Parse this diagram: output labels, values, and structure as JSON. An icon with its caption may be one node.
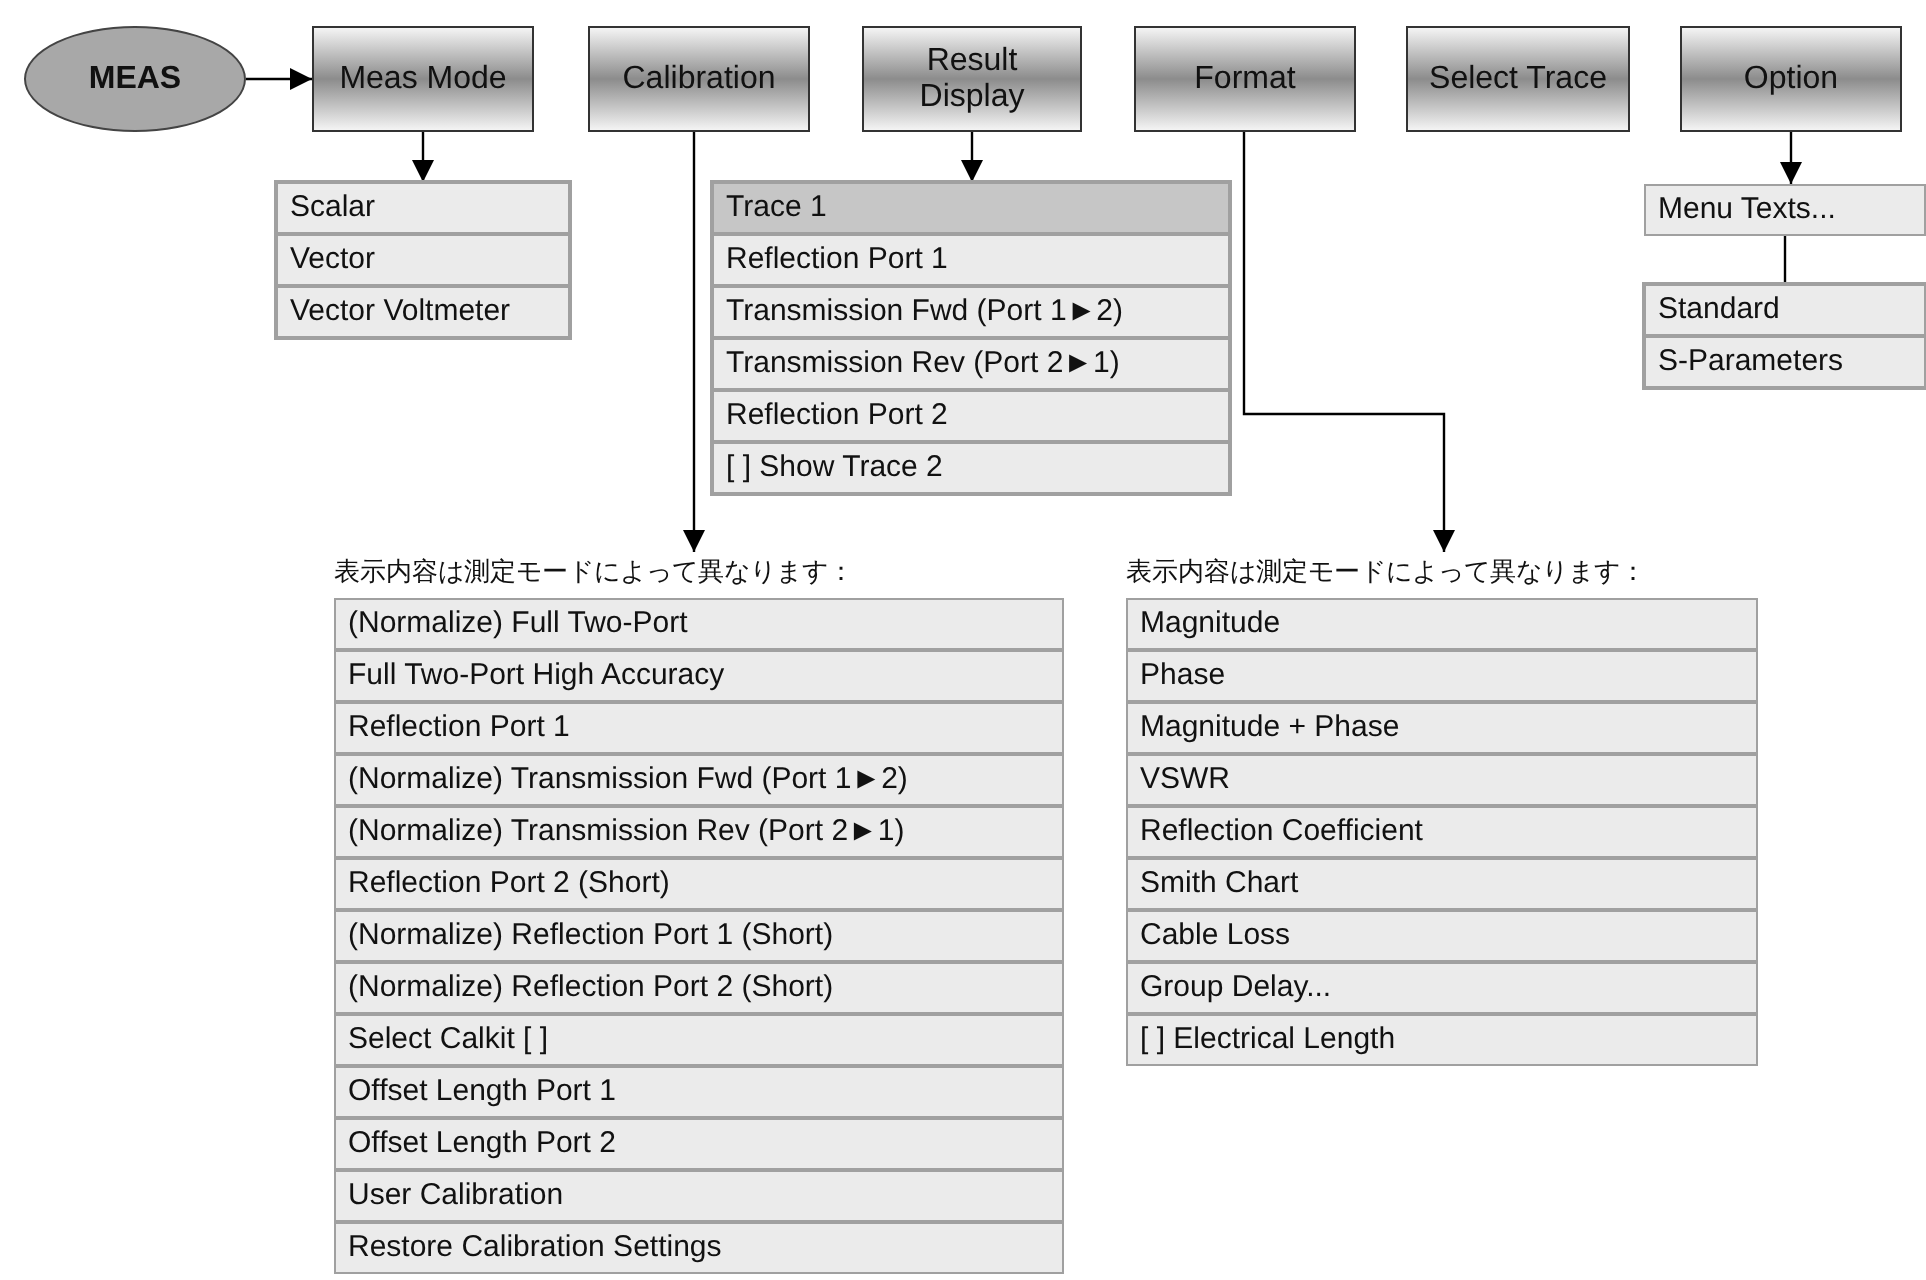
{
  "diagram": {
    "nodes": [
      {
        "text": [
          "MEAS"
        ]
      },
      {
        "text": [
          "Meas Mode"
        ]
      },
      {
        "text": [
          "Calibration"
        ]
      },
      {
        "text": [
          "Result Display"
        ]
      },
      {
        "text": [
          "Format"
        ]
      },
      {
        "text": [
          "Select Trace"
        ]
      },
      {
        "text": [
          "Option"
        ]
      },
      {
        "text": [],
        "shape": "box"
      },
      {
        "text": [
          "Scalar"
        ],
        "in": 7
      },
      {
        "text": [
          "Vector"
        ],
        "in": 7
      },
      {
        "text": [
          "Vector Voltmeter"
        ],
        "in": 7
      },
      {
        "text": [],
        "shape": "box"
      },
      {
        "text": [
          "Trace 1"
        ],
        "in": 11
      },
      {
        "text": [
          "Reflection Port 1"
        ],
        "in": 11
      },
      {
        "text": [
          "Transmission Fwd (Port 1►2)"
        ],
        "in": 11
      },
      {
        "text": [
          "Transmission Rev (Port 2►1)"
        ],
        "in": 11
      },
      {
        "text": [
          "Reflection Port 2"
        ],
        "in": 11
      },
      {
        "text": [
          "[ ] Show Trace 2"
        ],
        "in": 11
      },
      {
        "text": [
          "Menu Texts..."
        ]
      },
      {
        "text": [],
        "shape": "box"
      },
      {
        "text": [
          "Standard"
        ],
        "in": 19
      },
      {
        "text": [
          "S-Parameters"
        ],
        "in": 19
      },
      {
        "text": [
          "表示内容は測定モードによって異なります："
        ]
      },
      {
        "text": [
          "(Normalize) Full Two-Port"
        ],
        "in": 22
      },
      {
        "text": [
          "Full Two-Port High Accuracy"
        ],
        "in": 22
      },
      {
        "text": [
          "Reflection Port 1"
        ],
        "in": 22
      },
      {
        "text": [
          "(Normalize) Transmission Fwd (Port 1►2)"
        ],
        "in": 22
      },
      {
        "text": [
          "(Normalize) Transmission Rev (Port 2►1)"
        ],
        "in": 22
      },
      {
        "text": [
          "Reflection Port 2 (Short)"
        ],
        "in": 22
      },
      {
        "text": [
          "(Normalize) Reflection Port 1 (Short)"
        ],
        "in": 22
      },
      {
        "text": [
          "(Normalize) Reflection Port 2 (Short)"
        ],
        "in": 22
      },
      {
        "text": [
          "Select Calkit [ ]"
        ],
        "in": 22
      },
      {
        "text": [
          "Offset Length Port 1"
        ],
        "in": 22
      },
      {
        "text": [
          "Offset Length Port 2"
        ],
        "in": 22
      },
      {
        "text": [
          "User Calibration"
        ],
        "in": 22
      },
      {
        "text": [
          "Restore Calibration Settings"
        ],
        "in": 22
      },
      {
        "text": [
          "表示内容は測定モードによって異なります："
        ]
      },
      {
        "text": [
          "Magnitude"
        ],
        "in": 36
      },
      {
        "text": [
          "Phase"
        ],
        "in": 36
      },
      {
        "text": [
          "Magnitude + Phase"
        ],
        "in": 36
      },
      {
        "text": [
          "VSWR"
        ],
        "in": 36
      },
      {
        "text": [
          "Reflection Coefficient"
        ],
        "in": 36
      },
      {
        "text": [
          "Smith Chart"
        ],
        "in": 36
      },
      {
        "text": [
          "Cable Loss"
        ],
        "in": 36
      },
      {
        "text": [
          "Group Delay..."
        ],
        "in": 36
      },
      {
        "text": [
          "[ ] Electrical Length"
        ],
        "in": 36
      }
    ],
    "edges": [
      {
        "from": 0,
        "to": 1,
        "arrow": "to"
      },
      {
        "from": 1,
        "to": 7,
        "arrow": "to"
      },
      {
        "from": 2,
        "to": 22,
        "arrow": "to"
      },
      {
        "from": 3,
        "to": 11,
        "arrow": "to"
      },
      {
        "from": 4,
        "to": 36,
        "arrow": "to"
      },
      {
        "from": 6,
        "to": 18,
        "arrow": "to"
      },
      {
        "from": 18,
        "to": 19,
        "arrow": "none"
      }
    ]
  }
}
